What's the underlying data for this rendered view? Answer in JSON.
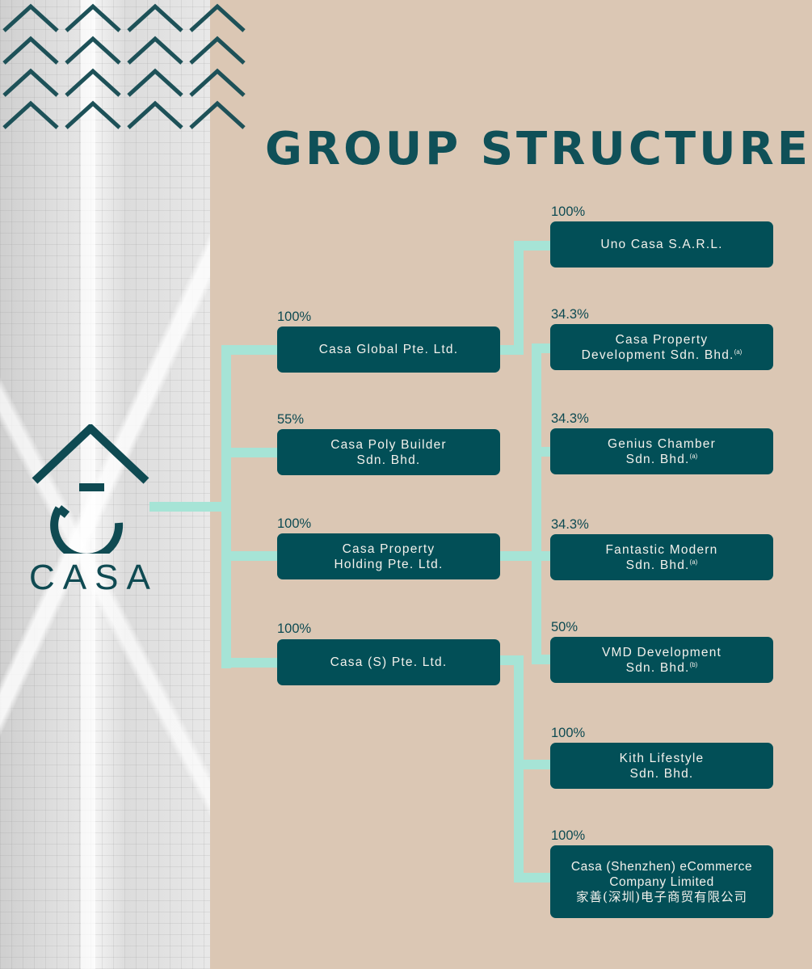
{
  "title": "GROUP STRUCTURE",
  "logo": {
    "text": "CASA"
  },
  "colors": {
    "background": "#dbc7b4",
    "box": "#024f57",
    "connector": "#a6e4d6",
    "title": "#0f5058"
  },
  "subsidiaries": [
    {
      "pct": "100%",
      "name1": "Casa Global Pte. Ltd.",
      "name2": ""
    },
    {
      "pct": "55%",
      "name1": "Casa Poly Builder",
      "name2": "Sdn. Bhd."
    },
    {
      "pct": "100%",
      "name1": "Casa Property",
      "name2": "Holding Pte. Ltd."
    },
    {
      "pct": "100%",
      "name1": "Casa (S) Pte. Ltd.",
      "name2": ""
    }
  ],
  "sub_subsidiaries": [
    {
      "pct": "100%",
      "name1": "Uno Casa S.A.R.L.",
      "name2": "",
      "note": ""
    },
    {
      "pct": "34.3%",
      "name1": "Casa Property",
      "name2": "Development Sdn. Bhd.",
      "note": "(a)"
    },
    {
      "pct": "34.3%",
      "name1": "Genius Chamber",
      "name2": "Sdn. Bhd.",
      "note": "(a)"
    },
    {
      "pct": "34.3%",
      "name1": "Fantastic Modern",
      "name2": "Sdn. Bhd.",
      "note": "(a)"
    },
    {
      "pct": "50%",
      "name1": "VMD Development",
      "name2": "Sdn. Bhd.",
      "note": "(b)"
    },
    {
      "pct": "100%",
      "name1": "Kith Lifestyle",
      "name2": "Sdn. Bhd.",
      "note": ""
    },
    {
      "pct": "100%",
      "name1": "Casa (Shenzhen) eCommerce",
      "name2": "Company Limited",
      "name3": "家善(深圳)电子商贸有限公司",
      "note": ""
    }
  ]
}
